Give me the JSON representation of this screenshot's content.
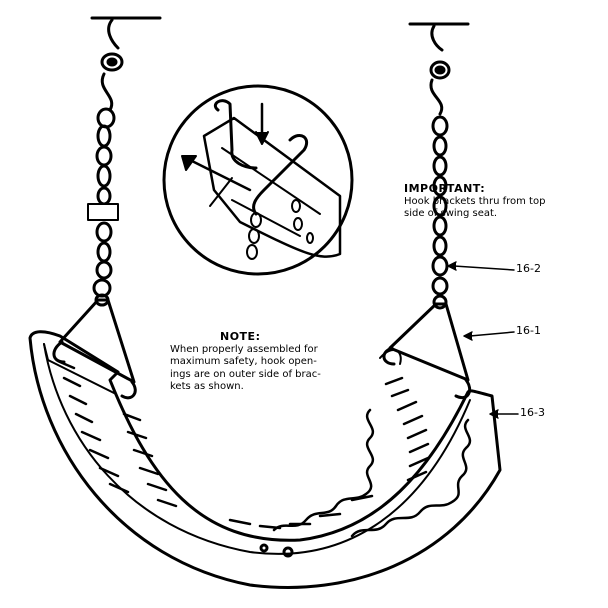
{
  "important": {
    "title": "IMPORTANT:",
    "lines": [
      "Hook brackets thru from top",
      "side of swing seat."
    ]
  },
  "note": {
    "title": "NOTE:",
    "lines": [
      "When properly assembled for",
      "maximum safety, hook open-",
      "ings are on outer side of brac-",
      "kets as shown."
    ]
  },
  "callouts": {
    "chain": "16-2",
    "hook": "16-1",
    "seat": "16-3"
  }
}
